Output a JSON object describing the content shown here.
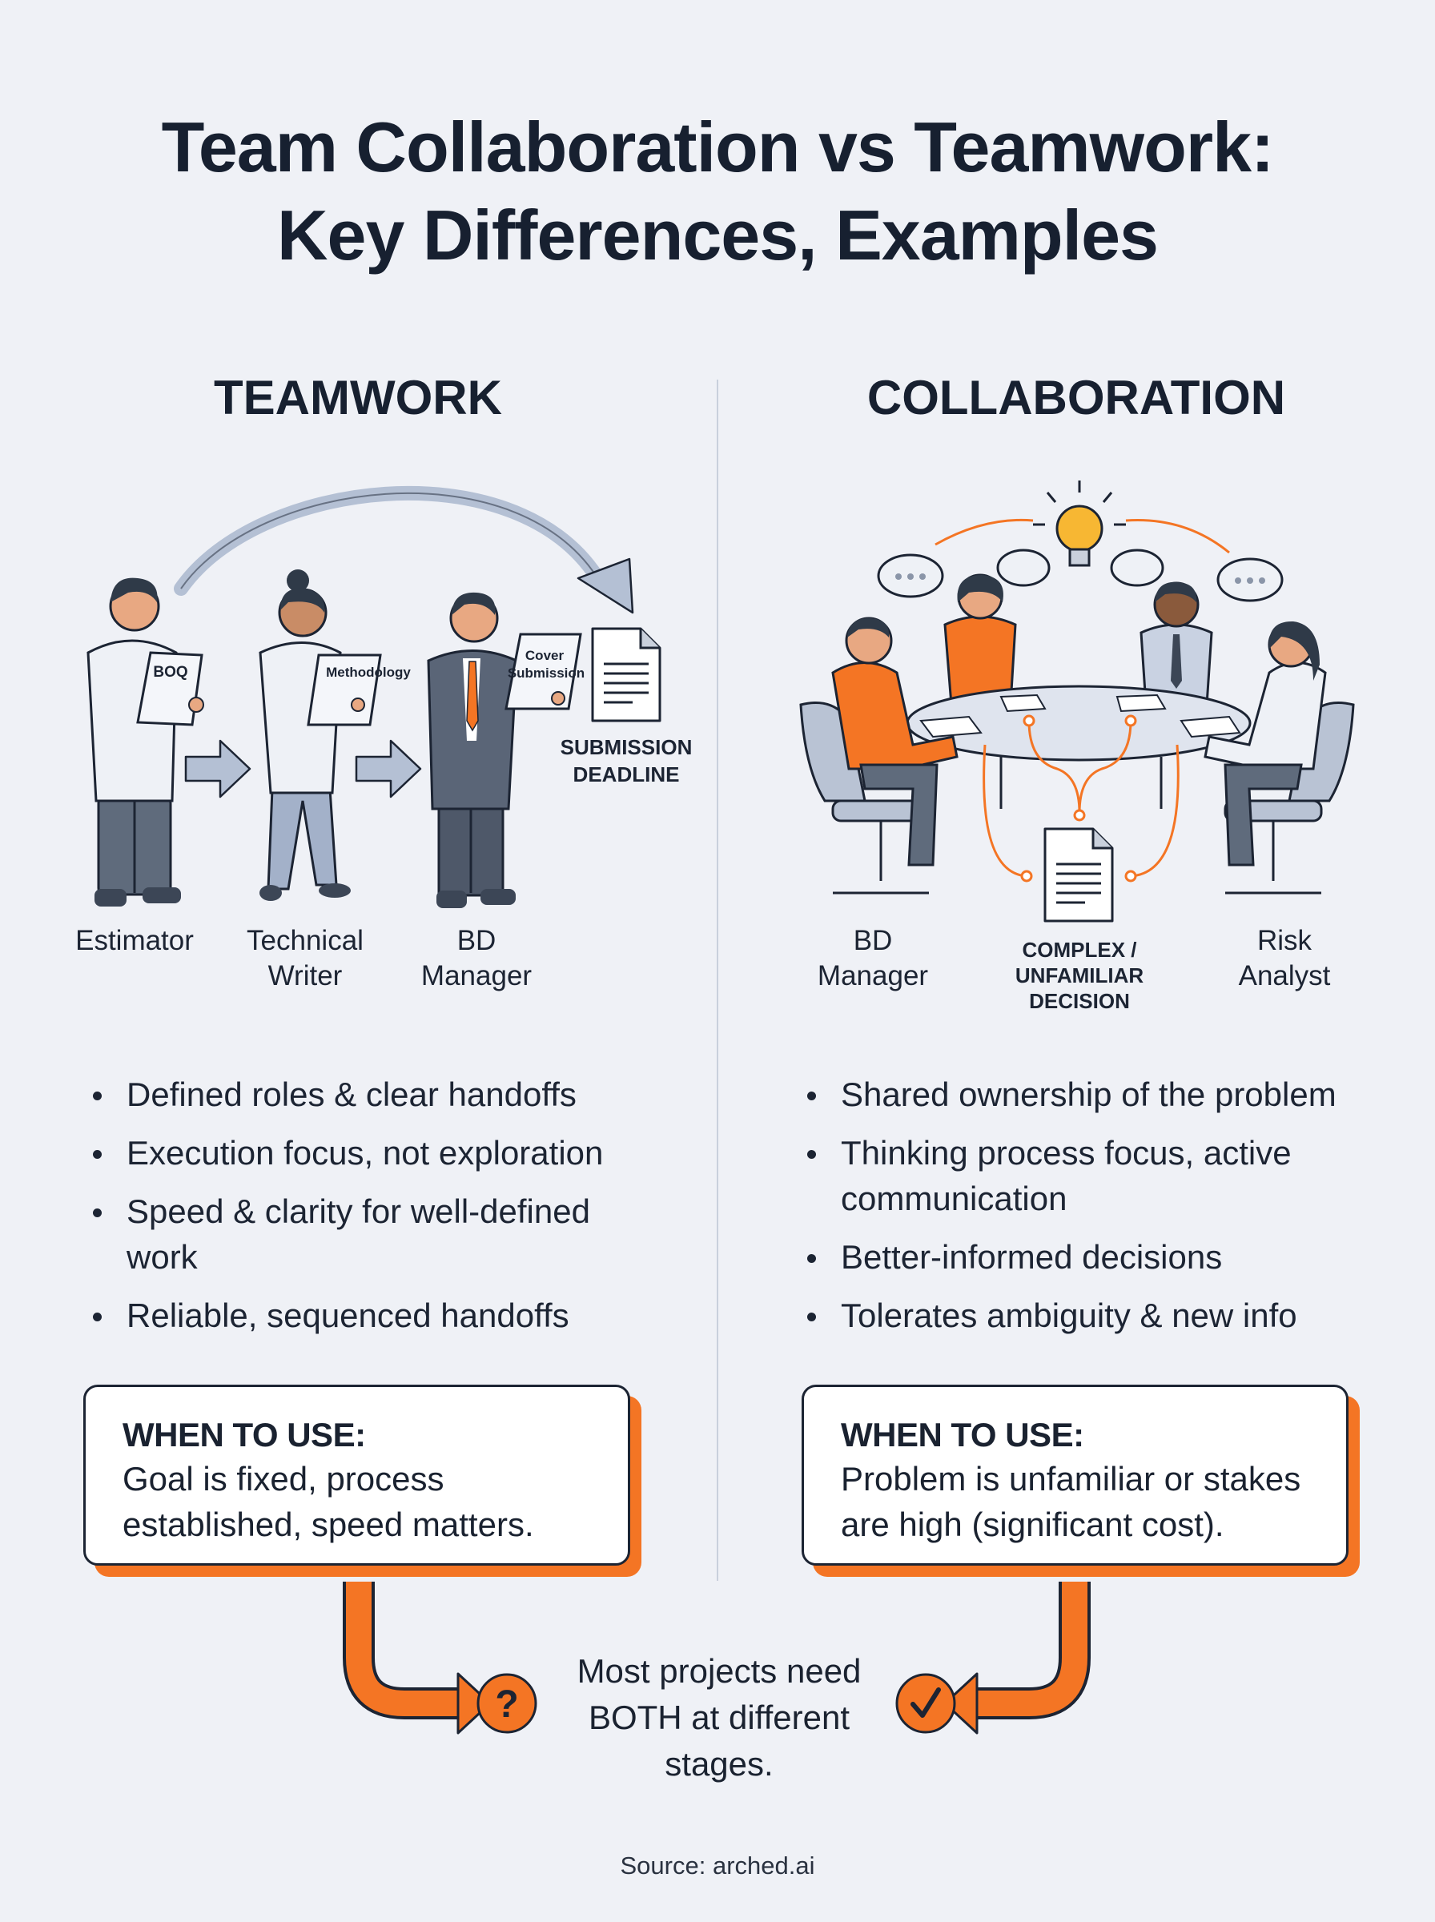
{
  "title": {
    "line1": "Team Collaboration vs Teamwork:",
    "line2": "Key Differences, Examples"
  },
  "teamwork": {
    "heading": "TEAMWORK",
    "documents": {
      "boq": "BOQ",
      "methodology": "Methodology",
      "cover_line1": "Cover",
      "cover_line2": "Submission"
    },
    "deadline": {
      "line1": "SUBMISSION",
      "line2": "DEADLINE"
    },
    "roles": [
      {
        "line1": "Estimator",
        "line2": ""
      },
      {
        "line1": "Technical",
        "line2": "Writer"
      },
      {
        "line1": "BD",
        "line2": "Manager"
      }
    ],
    "bullets": [
      "Defined roles & clear handoffs",
      "Execution focus, not exploration",
      "Speed & clarity for well-defined work",
      "Reliable, sequenced handoffs"
    ],
    "when": {
      "heading": "WHEN TO USE:",
      "line1": "Goal is fixed, process",
      "line2": "established, speed matters."
    }
  },
  "collaboration": {
    "heading": "COLLABORATION",
    "roles": {
      "left": {
        "line1": "BD",
        "line2": "Manager"
      },
      "center": {
        "line1": "COMPLEX /",
        "line2": "UNFAMILIAR",
        "line3": "DECISION"
      },
      "right": {
        "line1": "Risk",
        "line2": "Analyst"
      }
    },
    "bullets": [
      "Shared ownership of the problem",
      "Thinking process focus, active communication",
      "Better-informed decisions",
      "Tolerates ambiguity & new info"
    ],
    "when": {
      "heading": "WHEN TO USE:",
      "line1": "Problem is unfamiliar or stakes",
      "line2": "are high (significant cost)."
    }
  },
  "conclusion": {
    "line1": "Most projects need",
    "line2": "BOTH at different",
    "line3": "stages."
  },
  "icons": {
    "left_badge": "question-mark",
    "right_badge": "checkmark",
    "idea": "lightbulb"
  },
  "source": "Source: arched.ai",
  "colors": {
    "accent": "#f47524",
    "text": "#1c2433",
    "background": "#eff1f6",
    "arrow": "#b4c0d4"
  }
}
